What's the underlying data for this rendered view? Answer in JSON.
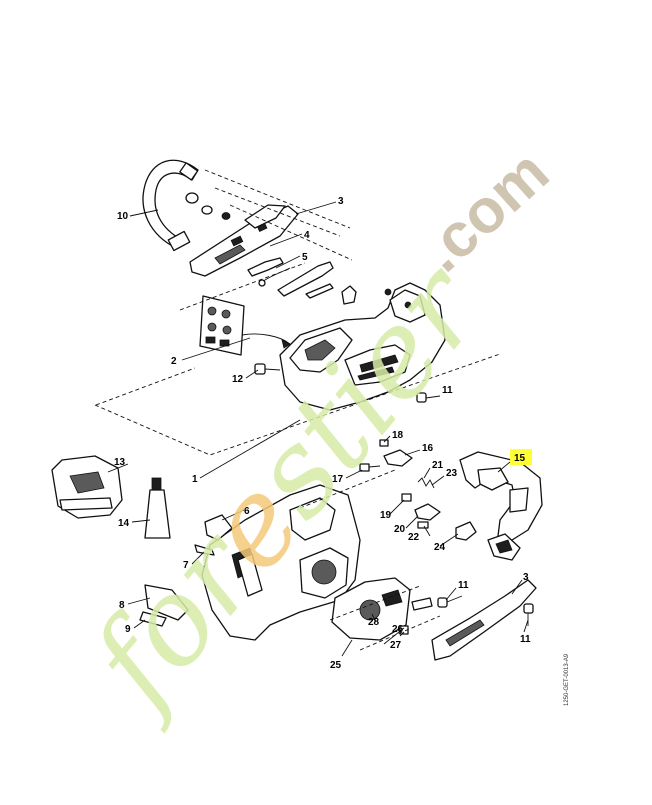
{
  "diagram": {
    "callouts": {
      "c1": "1",
      "c2": "2",
      "c3": "3",
      "c3b": "3",
      "c4": "4",
      "c5": "5",
      "c6": "6",
      "c7": "7",
      "c8": "8",
      "c9": "9",
      "c10": "10",
      "c11a": "11",
      "c11b": "11",
      "c11c": "11",
      "c12": "12",
      "c13": "13",
      "c14": "14",
      "c15": "15",
      "c16": "16",
      "c17": "17",
      "c18": "18",
      "c19": "19",
      "c20": "20",
      "c21": "21",
      "c22": "22",
      "c23": "23",
      "c24": "24",
      "c25": "25",
      "c26": "26",
      "c27": "27",
      "c28": "28"
    },
    "highlight_callout": "15",
    "highlight_color": "#ffff33",
    "drawing_code": "1250-GET-0013-A9"
  },
  "watermark": {
    "main_text": "forestier",
    "domain_text": ".com",
    "colors": {
      "green": "#d8eca8",
      "orange": "#f5c97a",
      "tan": "#cbbfa8"
    }
  }
}
